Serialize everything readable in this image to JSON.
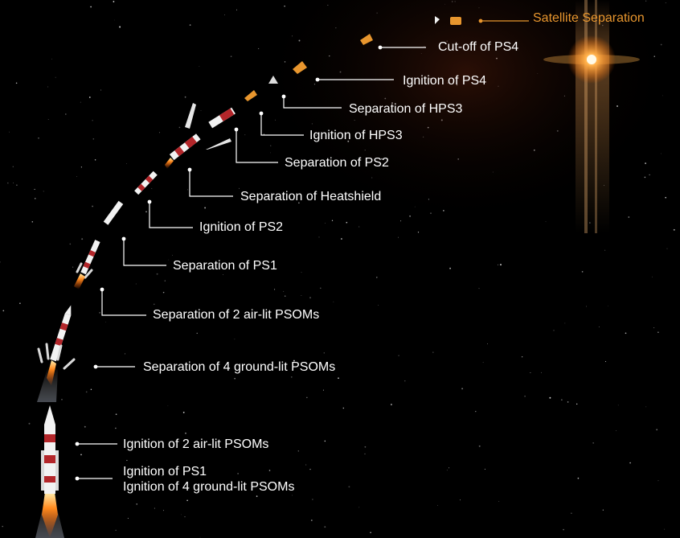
{
  "colors": {
    "background": "#000000",
    "text": "#ffffff",
    "highlight": "#e8962e",
    "rocket_red": "#b3262a",
    "rocket_white": "#f2f2f2",
    "flame": "#ff8a1e",
    "sun": "#ffb14a"
  },
  "icons": [
    "rocket-icon",
    "rocket-stage-icon",
    "separated-booster-icon",
    "heatshield-half-icon",
    "satellite-icon",
    "sun-flare-icon",
    "starfield"
  ],
  "events": [
    {
      "id": "satellite-separation",
      "label": "Satellite Separation",
      "highlight": true
    },
    {
      "id": "cutoff-ps4",
      "label": "Cut-off of PS4"
    },
    {
      "id": "ignition-ps4",
      "label": "Ignition of PS4"
    },
    {
      "id": "separation-hps3",
      "label": "Separation of HPS3"
    },
    {
      "id": "ignition-hps3",
      "label": "Ignition of HPS3"
    },
    {
      "id": "separation-ps2",
      "label": "Separation of PS2"
    },
    {
      "id": "separation-heatshield",
      "label": "Separation of Heatshield"
    },
    {
      "id": "ignition-ps2",
      "label": "Ignition of PS2"
    },
    {
      "id": "separation-ps1",
      "label": "Separation of PS1"
    },
    {
      "id": "separation-2-airlit",
      "label": "Separation of 2 air-lit PSOMs"
    },
    {
      "id": "separation-4-groundlit",
      "label": "Separation of 4 ground-lit PSOMs"
    },
    {
      "id": "ignition-2-airlit",
      "label": "Ignition of 2 air-lit PSOMs"
    },
    {
      "id": "ignition-ps1-groundlit",
      "label": "Ignition of PS1\nIgnition of 4 ground-lit PSOMs"
    }
  ]
}
